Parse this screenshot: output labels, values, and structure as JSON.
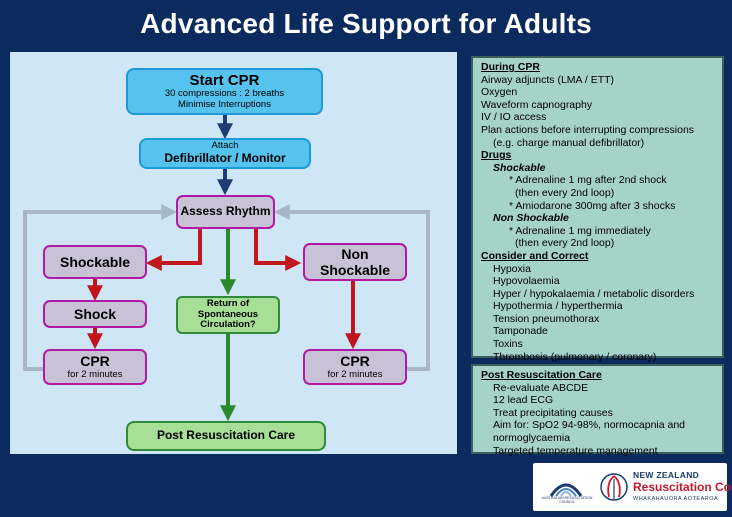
{
  "title": "Advanced Life Support for Adults",
  "flow": {
    "start_cpr": {
      "title": "Start CPR",
      "line1": "30 compressions : 2 breaths",
      "line2": "Minimise Interruptions"
    },
    "attach": {
      "line1": "Attach",
      "line2": "Defibrillator / Monitor"
    },
    "assess_rhythm": "Assess Rhythm",
    "shockable": "Shockable",
    "non_shockable": {
      "line1": "Non",
      "line2": "Shockable"
    },
    "shock": "Shock",
    "rosc": {
      "line1": "Return of",
      "line2": "Spontaneous",
      "line3": "Circulation?"
    },
    "cpr_left": {
      "title": "CPR",
      "sub": "for 2 minutes"
    },
    "cpr_right": {
      "title": "CPR",
      "sub": "for 2 minutes"
    },
    "post_care": "Post Resuscitation Care"
  },
  "during_cpr_panel": {
    "heading": "During CPR",
    "items": [
      "Airway adjuncts (LMA / ETT)",
      "Oxygen",
      "Waveform capnography",
      "IV / IO access",
      "Plan actions before interrupting compressions",
      "(e.g. charge manual defibrillator)"
    ],
    "drugs_heading": "Drugs",
    "shockable_heading": "Shockable",
    "shockable_items": [
      "* Adrenaline 1 mg after 2nd shock",
      "(then every 2nd loop)",
      "* Amiodarone 300mg after 3 shocks"
    ],
    "non_shockable_heading": "Non Shockable",
    "non_shockable_items": [
      "* Adrenaline 1 mg immediately",
      "(then every 2nd loop)"
    ],
    "consider_heading": "Consider and Correct",
    "consider_items": [
      "Hypoxia",
      "Hypovolaemia",
      "Hyper / hypokalaemia / metabolic disorders",
      "Hypothermia / hyperthermia",
      "Tension pneumothorax",
      "Tamponade",
      "Toxins",
      "Thrombosis (pulmonary / coronary)"
    ]
  },
  "post_panel": {
    "heading": "Post Resuscitation Care",
    "items": [
      "Re-evaluate ABCDE",
      "12 lead ECG",
      "Treat precipitating causes",
      "Aim for: SpO2 94-98%, normocapnia and",
      "normoglycaemia",
      "Targeted temperature management"
    ]
  },
  "logos": {
    "arc_text": "AUSTRALIAN RESUSCITATION COUNCIL",
    "nzrc_line1": "NEW ZEALAND",
    "nzrc_line2": "Resuscitation Council",
    "nzrc_line3": "WHAKAHAUORA AOTEAROA"
  },
  "colors": {
    "background": "#0b2a5e",
    "flow_panel": "#cfe6f7",
    "navy_arrow": "#1f3b73",
    "red_arrow": "#c2171e",
    "green_arrow": "#2a8a2a",
    "loop_line": "#a9b6c8"
  }
}
